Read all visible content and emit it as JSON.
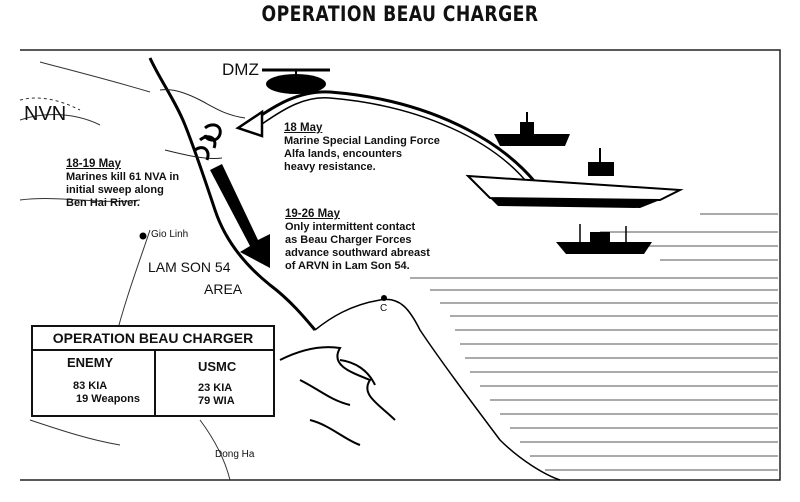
{
  "title": "OPERATION BEAU CHARGER",
  "places": {
    "dmz": "DMZ",
    "nvn": "NVN",
    "gio_linh": "Gio Linh",
    "lam_son_54": "LAM SON 54",
    "area": "AREA",
    "dong_ha": "Dong Ha",
    "c_marker": "C"
  },
  "annotations": {
    "may18": {
      "date": "18 May",
      "line1": "Marine Special Landing Force",
      "line2": "Alfa lands, encounters",
      "line3": "heavy resistance."
    },
    "may18_19": {
      "date": "18-19 May",
      "line1": "Marines kill 61 NVA in",
      "line2": "initial sweep along",
      "line3": "Ben Hai River."
    },
    "may19_26": {
      "date": "19-26 May",
      "line1": "Only intermittent contact",
      "line2": "as Beau Charger Forces",
      "line3": "advance southward abreast",
      "line4": "of ARVN in Lam Son 54."
    }
  },
  "summary_box": {
    "title": "OPERATION BEAU CHARGER",
    "enemy": {
      "heading": "ENEMY",
      "line1": "83 KIA",
      "line2": "19 Weapons"
    },
    "usmc": {
      "heading": "USMC",
      "line1": "23 KIA",
      "line2": "79 WIA"
    }
  }
}
